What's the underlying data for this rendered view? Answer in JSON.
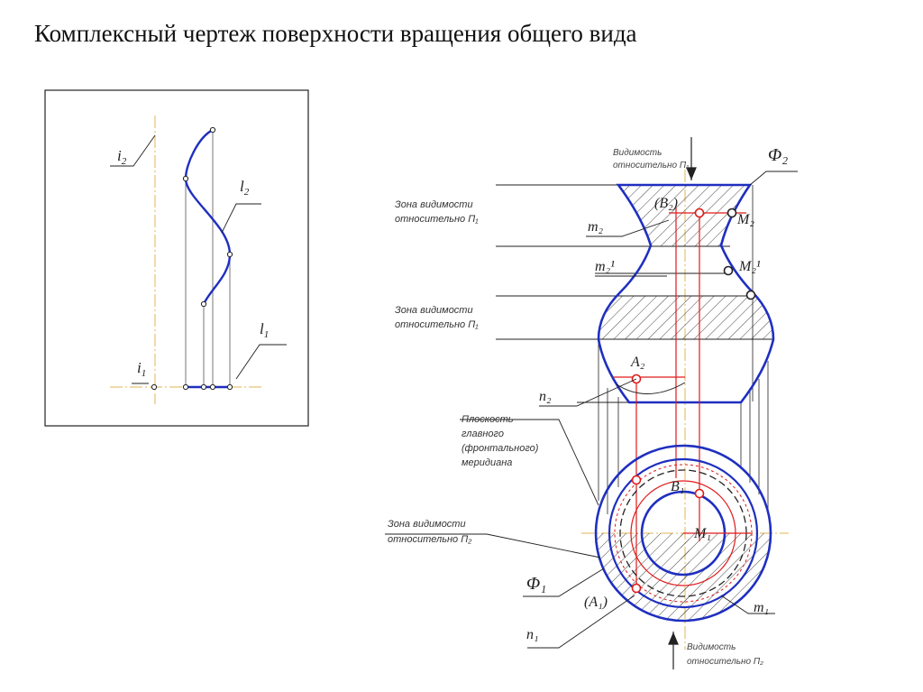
{
  "title": "Комплексный чертеж поверхности вращения общего вида",
  "colors": {
    "contour": "#1f2fc0",
    "construction": "#e01a1a",
    "axis": "#e0b450",
    "line": "#222222"
  },
  "left_panel": {
    "labels": {
      "i2": {
        "base": "i",
        "sub": "2"
      },
      "l2": {
        "base": "l",
        "sub": "2"
      },
      "l1": {
        "base": "l",
        "sub": "1"
      },
      "i1": {
        "base": "i",
        "sub": "1"
      }
    }
  },
  "right_drawing": {
    "notes": {
      "visibility_p1_top": [
        "Видимость",
        "относительно П₁"
      ],
      "zone_upper": [
        "Зона видимости",
        "относительно П₁"
      ],
      "zone_mid": [
        "Зона видимости",
        "относительно П₁"
      ],
      "meridian_plane": [
        "Плоскость",
        "главного",
        "(фронтального)",
        "меридиана"
      ],
      "zone_lower": [
        "Зона видимости",
        "относительно П₂"
      ],
      "visibility_p2_bottom": [
        "Видимость",
        "относительно П₂"
      ]
    },
    "labels": {
      "phi2": "Φ₂",
      "b2": "(B₂)",
      "m2_upper": "m₂",
      "M2": "M₂",
      "m2_1": "m₂¹",
      "M2_1": "M₂¹",
      "a2": "A₂",
      "n2": "n₂",
      "b1": "B₁",
      "M1": "M₁",
      "phi1": "Φ₁",
      "a1": "(A₁)",
      "m1": "m₁",
      "n1": "n₁"
    }
  }
}
